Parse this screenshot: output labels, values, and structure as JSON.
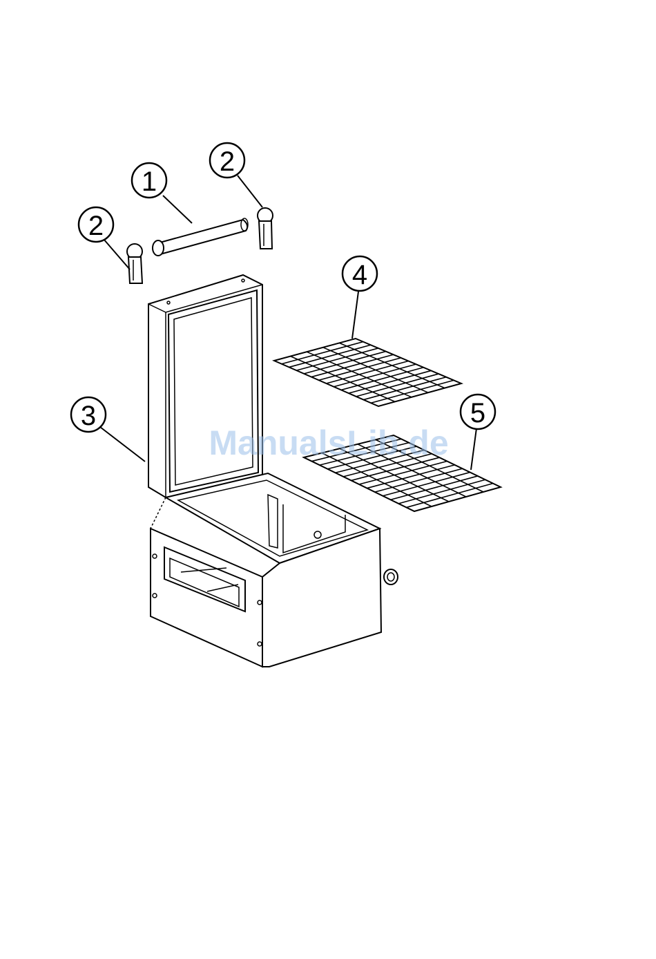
{
  "callouts": [
    {
      "id": "rod",
      "label": "1"
    },
    {
      "id": "hinge-left",
      "label": "2"
    },
    {
      "id": "hinge-right",
      "label": "2"
    },
    {
      "id": "lid",
      "label": "3"
    },
    {
      "id": "shelf-upper",
      "label": "4"
    },
    {
      "id": "shelf-lower",
      "label": "5"
    }
  ],
  "watermark": "ManualsLib.de",
  "colors": {
    "line": "#000000",
    "background": "#ffffff",
    "watermark": "#9cc0ea"
  }
}
